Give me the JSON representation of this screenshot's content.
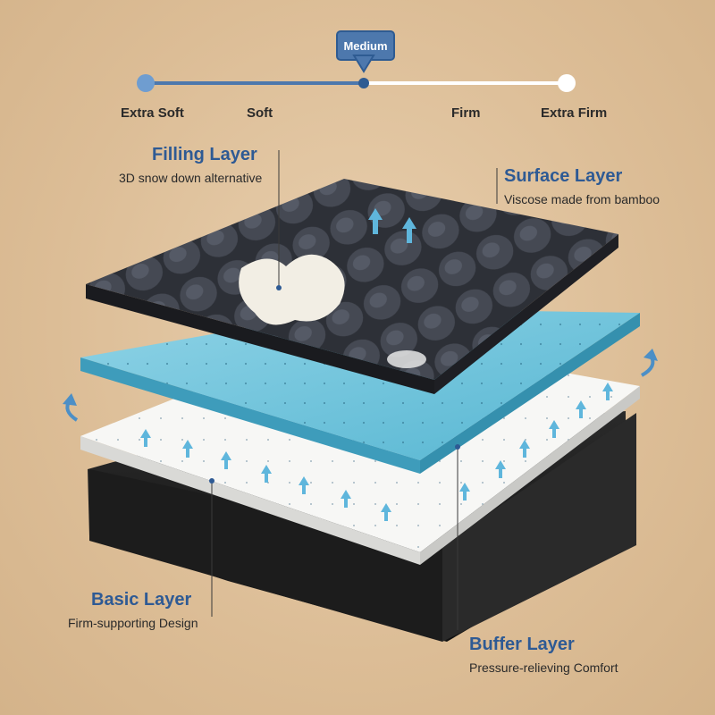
{
  "firmness": {
    "selected": "Medium",
    "labels": [
      "Extra Soft",
      "Soft",
      "Firm",
      "Extra Firm"
    ],
    "level": 0.4
  },
  "layers": {
    "filling": {
      "title": "Filling Layer",
      "desc": "3D snow down alternative"
    },
    "surface": {
      "title": "Surface Layer",
      "desc": "Viscose made from bamboo"
    },
    "basic": {
      "title": "Basic Layer",
      "desc": "Firm-supporting Design"
    },
    "buffer": {
      "title": "Buffer Layer",
      "desc": "Pressure-relieving Comfort"
    }
  },
  "colors": {
    "accent": "#2e5a94",
    "slider_fill": "#4d78ad",
    "background": "#dcbd96",
    "foam_blue": "#6fc4dc"
  }
}
